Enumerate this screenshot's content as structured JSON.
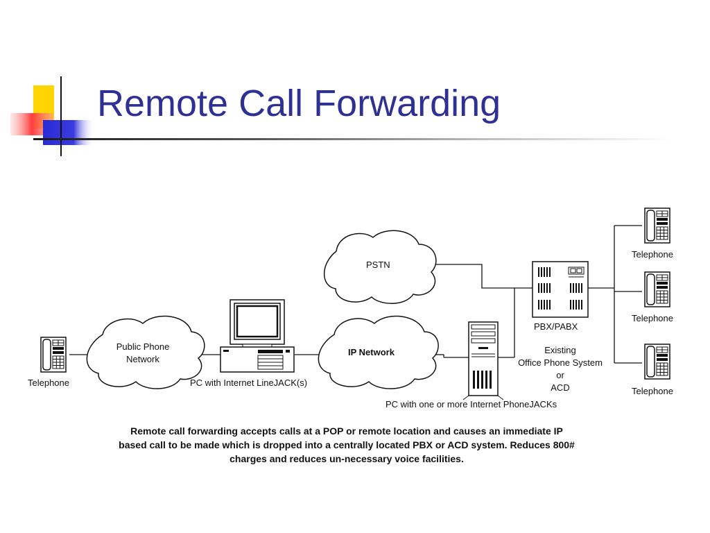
{
  "slide": {
    "title": "Remote Call Forwarding",
    "accent_color": "#2e3192"
  },
  "diagram": {
    "clouds": {
      "pstn": "PSTN",
      "public_phone_network_line1": "Public Phone",
      "public_phone_network_line2": "Network",
      "ip_network": "IP Network"
    },
    "labels": {
      "telephone_left": "Telephone",
      "pc_linejack": "PC with Internet LineJACK(s)",
      "pc_phonejacks": "PC with one or more Internet PhoneJACKs",
      "pbx": "PBX/PABX",
      "existing_line1": "Existing",
      "existing_line2": "Office Phone System",
      "existing_line3": "or",
      "existing_line4": "ACD",
      "telephone_top": "Telephone",
      "telephone_middle": "Telephone",
      "telephone_bottom": "Telephone"
    },
    "caption": {
      "line1": "Remote call forwarding accepts calls at a POP or remote location and causes an immediate IP",
      "line2": "based call to be made which is dropped into a centrally located PBX or ACD system.  Reduces 800#",
      "line3": "charges and reduces un-necessary voice facilities."
    }
  }
}
